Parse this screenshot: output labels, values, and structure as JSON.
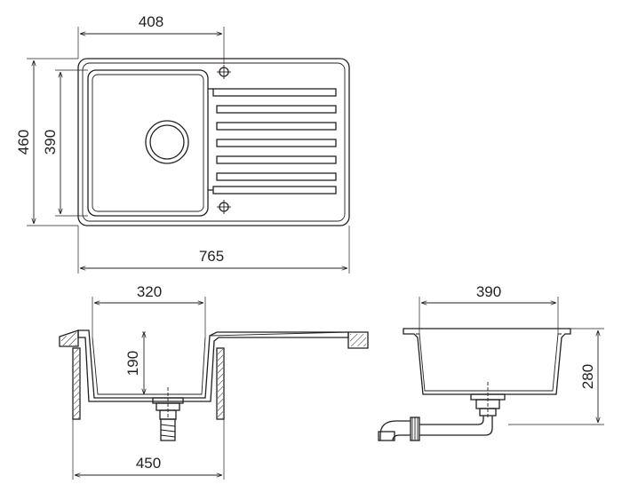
{
  "dimensions": {
    "top_width_408": "408",
    "overall_height_460": "460",
    "bowl_height_390": "390",
    "overall_width_765": "765",
    "bowl_width_320": "320",
    "bowl_depth_190": "190",
    "cabinet_width_450": "450",
    "side_width_390": "390",
    "side_height_280": "280"
  },
  "colors": {
    "line": "#231f20",
    "background": "#ffffff"
  }
}
